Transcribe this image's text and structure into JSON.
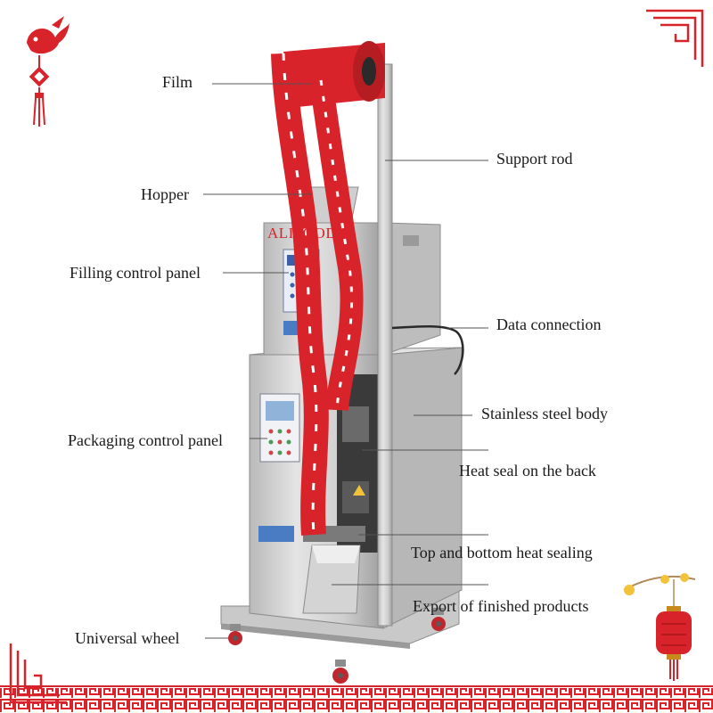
{
  "brand": "ALIFOOD",
  "colors": {
    "border_red": "#d8232a",
    "steel_light": "#d9d9d9",
    "steel_dark": "#8c8c8c",
    "film_red": "#d8232a",
    "leader_line": "#555555"
  },
  "icons": [
    "koi-fish-icon",
    "chinese-knot-icon",
    "lantern-icon",
    "plum-blossom-icon"
  ],
  "labels": {
    "film": "Film",
    "support_rod": "Support rod",
    "hopper": "Hopper",
    "filling_control_panel": "Filling control panel",
    "data_connection": "Data connection",
    "stainless_steel_body": "Stainless steel body",
    "packaging_control_panel": "Packaging control panel",
    "heat_seal_back": "Heat seal on the back",
    "top_bottom_heat_sealing": "Top and bottom heat sealing",
    "export_finished_products": "Export of finished products",
    "universal_wheel": "Universal wheel"
  }
}
